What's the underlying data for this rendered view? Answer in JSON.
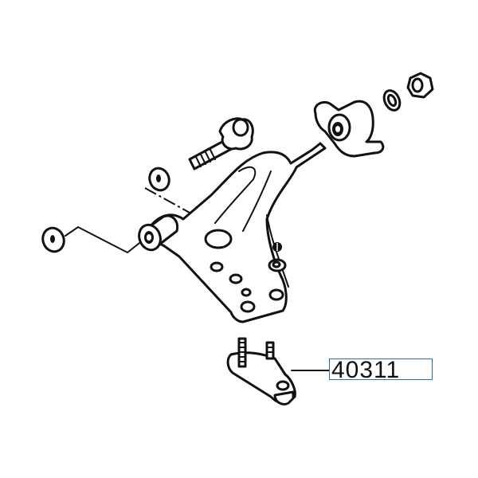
{
  "diagram": {
    "type": "exploded-parts-diagram",
    "subject": "front lower control arm assembly",
    "parts": [
      {
        "id": "washer-left",
        "label": ""
      },
      {
        "id": "washer-upper-left",
        "label": ""
      },
      {
        "id": "bushing-front",
        "label": ""
      },
      {
        "id": "bolt",
        "label": ""
      },
      {
        "id": "lower-control-arm",
        "label": ""
      },
      {
        "id": "rear-bushing-bracket",
        "label": ""
      },
      {
        "id": "washer-right",
        "label": ""
      },
      {
        "id": "flange-nut",
        "label": ""
      },
      {
        "id": "small-nut",
        "label": ""
      },
      {
        "id": "small-washer",
        "label": ""
      },
      {
        "id": "ball-joint",
        "label": "40311"
      }
    ],
    "callout": {
      "part_number": "40311",
      "border_color": "#2f6ea3"
    }
  }
}
